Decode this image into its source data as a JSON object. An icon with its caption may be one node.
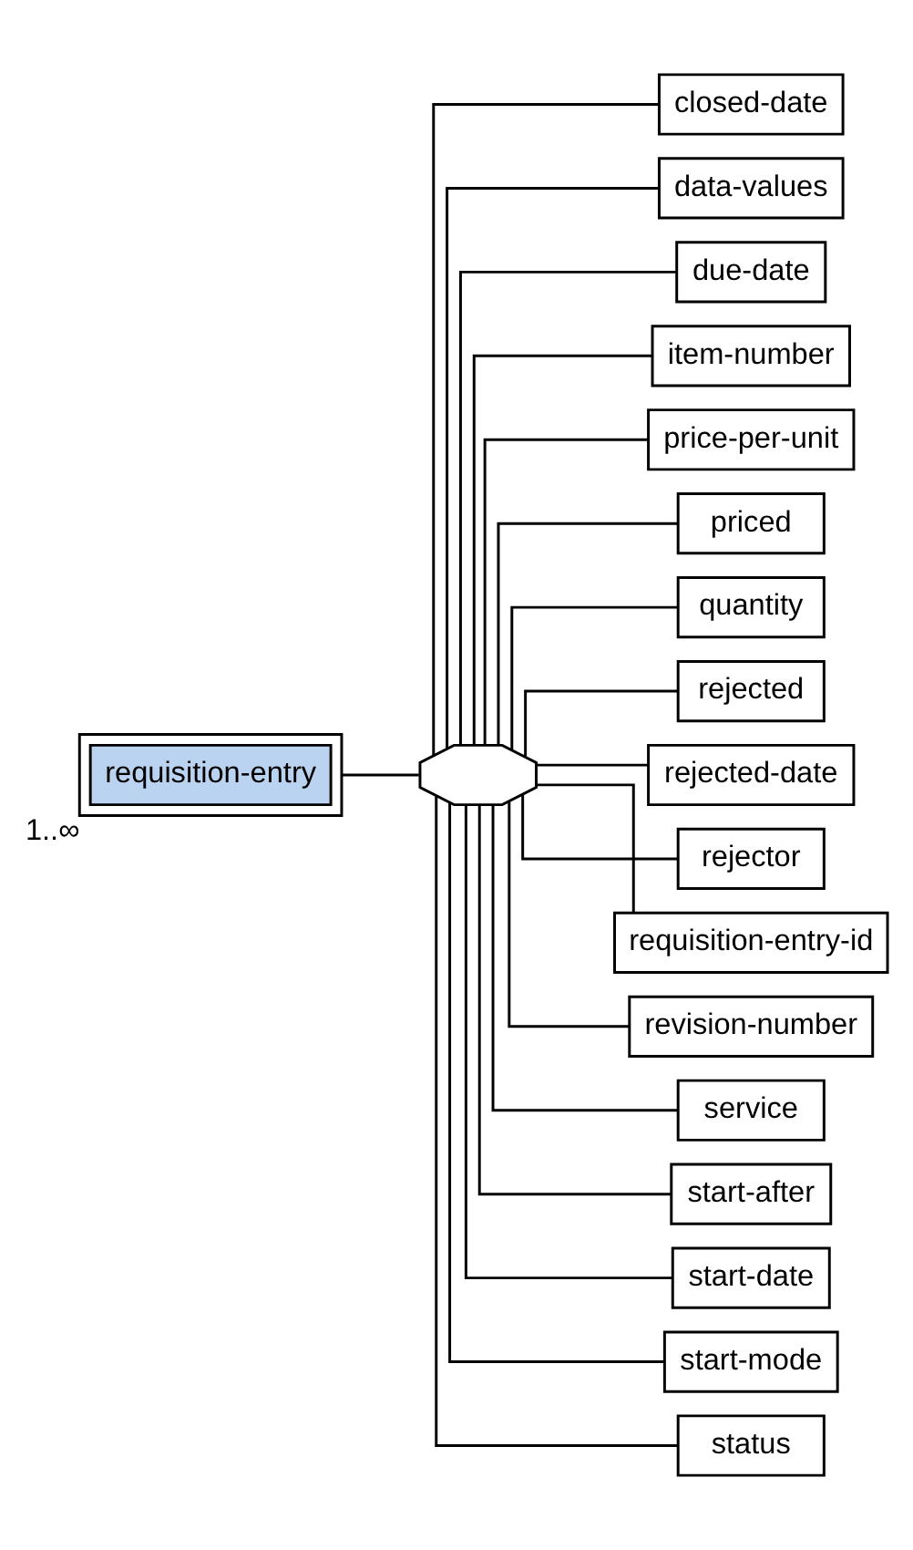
{
  "diagram": {
    "nodes": [
      {
        "text": [
          "requisition-entry"
        ],
        "beside": [
          "1..∞"
        ]
      },
      {
        "text": [],
        "shape": "octagon"
      },
      {
        "text": [
          "closed-date"
        ]
      },
      {
        "text": [
          "data-values"
        ]
      },
      {
        "text": [
          "due-date"
        ]
      },
      {
        "text": [
          "item-number"
        ]
      },
      {
        "text": [
          "price-per-unit"
        ]
      },
      {
        "text": [
          "priced"
        ]
      },
      {
        "text": [
          "quantity"
        ]
      },
      {
        "text": [
          "rejected"
        ]
      },
      {
        "text": [
          "rejected-date"
        ]
      },
      {
        "text": [
          "rejector"
        ]
      },
      {
        "text": [
          "requisition-entry-id"
        ]
      },
      {
        "text": [
          "revision-number"
        ]
      },
      {
        "text": [
          "service"
        ]
      },
      {
        "text": [
          "start-after"
        ]
      },
      {
        "text": [
          "start-date"
        ]
      },
      {
        "text": [
          "start-mode"
        ]
      },
      {
        "text": [
          "status"
        ]
      }
    ],
    "edges": [
      {
        "from": 0,
        "to": 1,
        "arrow": "none"
      },
      {
        "from": 1,
        "to": 2,
        "arrow": "none"
      },
      {
        "from": 1,
        "to": 3,
        "arrow": "none"
      },
      {
        "from": 1,
        "to": 4,
        "arrow": "none"
      },
      {
        "from": 1,
        "to": 5,
        "arrow": "none"
      },
      {
        "from": 1,
        "to": 6,
        "arrow": "none"
      },
      {
        "from": 1,
        "to": 7,
        "arrow": "none"
      },
      {
        "from": 1,
        "to": 8,
        "arrow": "none"
      },
      {
        "from": 1,
        "to": 9,
        "arrow": "none"
      },
      {
        "from": 1,
        "to": 10,
        "arrow": "none"
      },
      {
        "from": 1,
        "to": 11,
        "arrow": "none"
      },
      {
        "from": 1,
        "to": 12,
        "arrow": "none"
      },
      {
        "from": 1,
        "to": 13,
        "arrow": "none"
      },
      {
        "from": 1,
        "to": 14,
        "arrow": "none"
      },
      {
        "from": 1,
        "to": 15,
        "arrow": "none"
      },
      {
        "from": 1,
        "to": 16,
        "arrow": "none"
      },
      {
        "from": 1,
        "to": 17,
        "arrow": "none"
      },
      {
        "from": 1,
        "to": 18,
        "arrow": "none"
      }
    ]
  }
}
